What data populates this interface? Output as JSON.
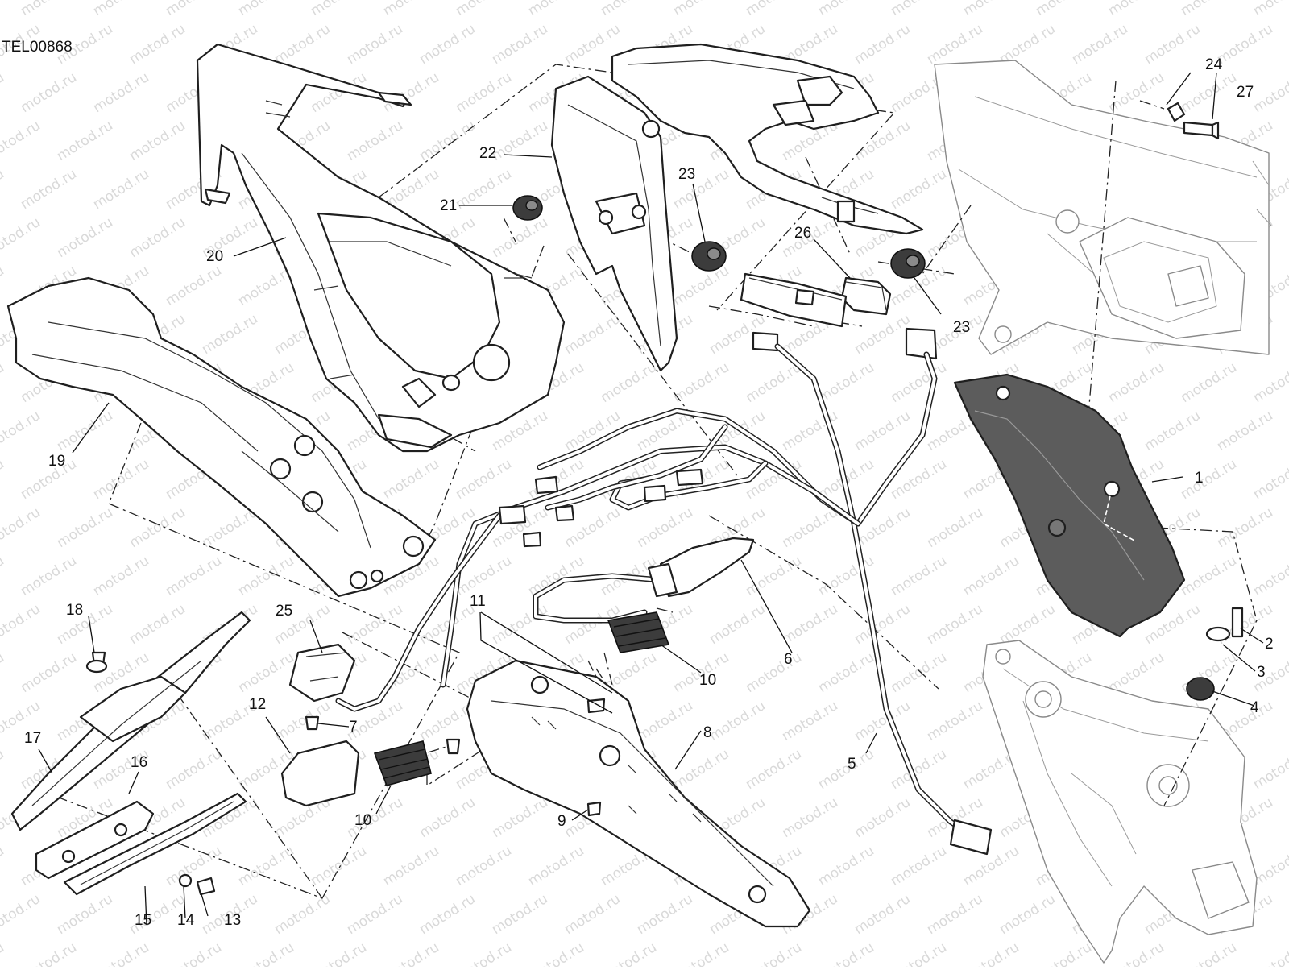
{
  "drawing_code": "TEL00868",
  "watermark": "motod.ru",
  "callouts": [
    "1",
    "2",
    "3",
    "4",
    "5",
    "6",
    "7",
    "8",
    "9",
    "10",
    "10",
    "11",
    "12",
    "13",
    "14",
    "15",
    "16",
    "17",
    "18",
    "19",
    "20",
    "21",
    "22",
    "23",
    "23",
    "24",
    "25",
    "26",
    "27"
  ]
}
